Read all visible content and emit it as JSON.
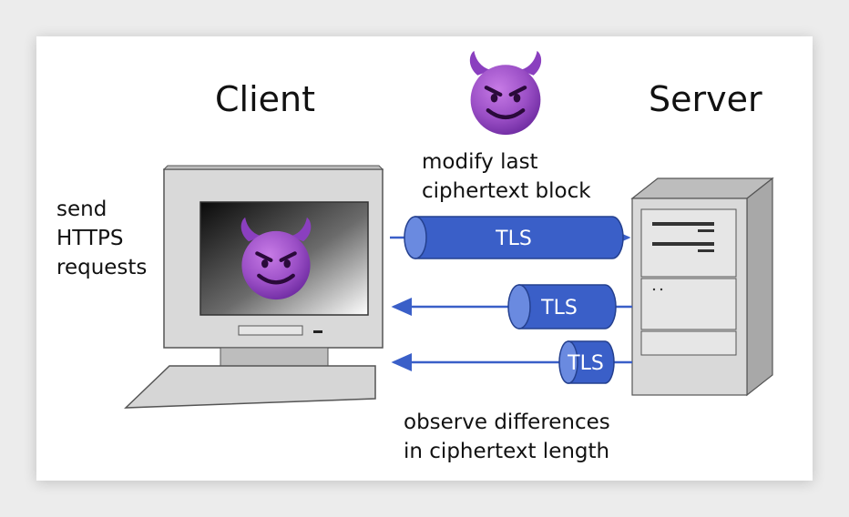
{
  "titles": {
    "client": "Client",
    "server": "Server"
  },
  "labels": {
    "client_action": [
      "send",
      "HTTPS",
      "requests"
    ],
    "attacker_action": [
      "modify last",
      "ciphertext block"
    ],
    "observation": [
      "observe differences",
      "in ciphertext length"
    ]
  },
  "channels": [
    {
      "label": "TLS",
      "direction": "client-to-server"
    },
    {
      "label": "TLS",
      "direction": "server-to-client"
    },
    {
      "label": "TLS",
      "direction": "server-to-client"
    }
  ],
  "icons": [
    "devil-icon",
    "computer-icon",
    "server-icon"
  ],
  "colors": {
    "tls_fill": "#3a5fc8",
    "tls_stroke": "#24408f",
    "arrow": "#3a5fc8",
    "devil": "#8e44ad"
  }
}
